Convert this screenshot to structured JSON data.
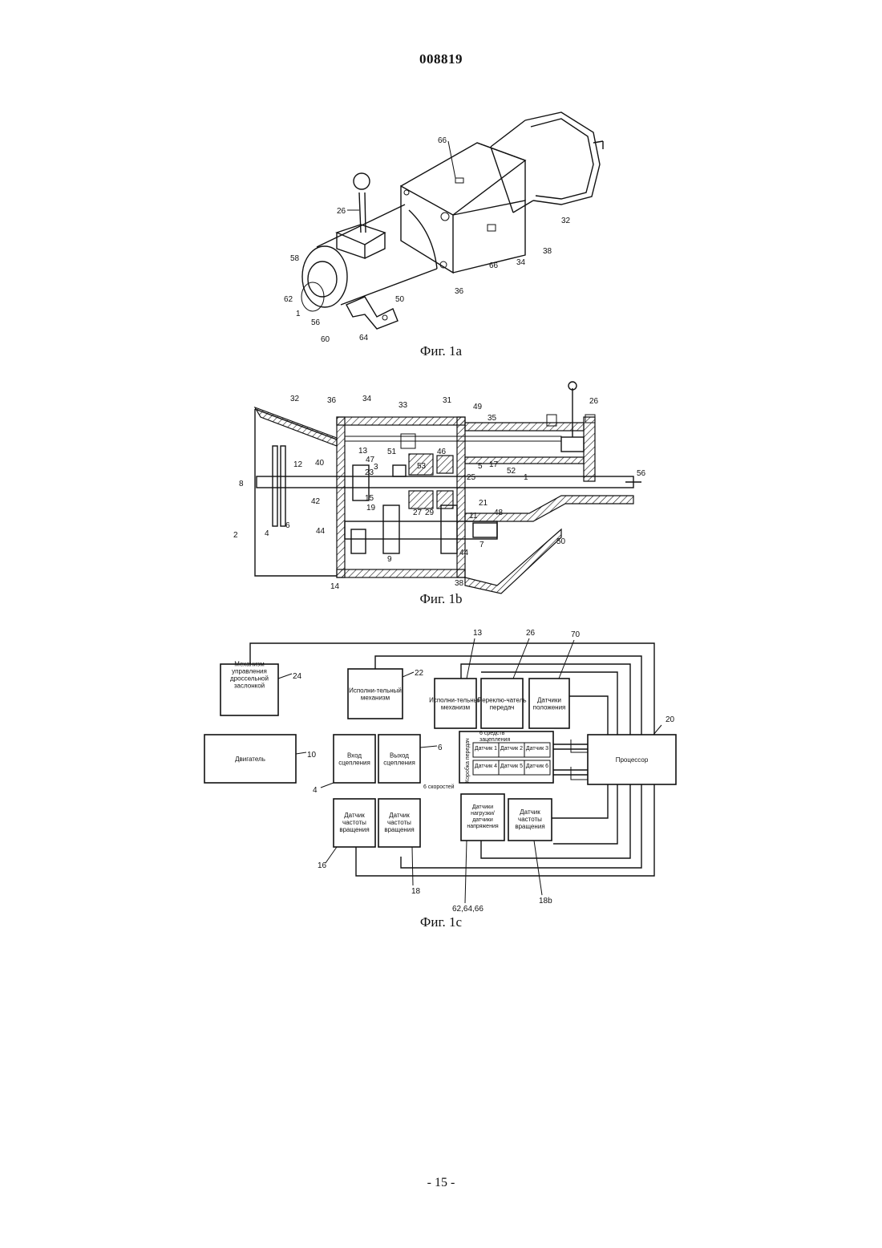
{
  "header": {
    "patent_number": "008819"
  },
  "figures": {
    "fig1a": {
      "caption": "Фиг. 1a",
      "labels": [
        "66",
        "26",
        "58",
        "62",
        "1",
        "56",
        "60",
        "64",
        "50",
        "36",
        "66",
        "34",
        "38",
        "32"
      ]
    },
    "fig1b": {
      "caption": "Фиг. 1b",
      "labels": [
        "32",
        "36",
        "34",
        "33",
        "31",
        "49",
        "35",
        "26",
        "13",
        "51",
        "47",
        "3",
        "46",
        "53",
        "5",
        "17",
        "52",
        "40",
        "12",
        "23",
        "25",
        "1",
        "56",
        "8",
        "42",
        "15",
        "19",
        "27",
        "29",
        "21",
        "48",
        "11",
        "2",
        "4",
        "6",
        "44",
        "7",
        "44",
        "50",
        "9",
        "14",
        "38"
      ]
    },
    "fig1c": {
      "caption": "Фиг. 1c",
      "blocks": {
        "throttle": "Механизм управления дроссельной заслонкой",
        "actuator22": "Исполни-тельный механизм",
        "actuator13": "Исполни-тельный механизм",
        "shifter": "Переклю-чатель передач",
        "position_sensors": "Датчики положения",
        "engine": "Двигатель",
        "clutch_in": "Вход сцепления",
        "clutch_out": "Выход сцепления",
        "gearbox_vertical": "Коробка передач",
        "engagement_title": "6 средств зацепления",
        "sensor_cells": [
          "Датчик 1",
          "Датчик 2",
          "Датчик 3",
          "Датчик 4",
          "Датчик 5",
          "Датчик 6"
        ],
        "speeds": "6 скоростей",
        "processor": "Процессор",
        "speed_sensor_16": "Датчик частоты вращения",
        "speed_sensor_18": "Датчик частоты вращения",
        "load_sensors": "Датчики нагрузки/ датчики напряжения",
        "speed_sensor_18b": "Датчик частоты вращения"
      },
      "labels": {
        "l24": "24",
        "l22": "22",
        "l13": "13",
        "l26": "26",
        "l70": "70",
        "l20": "20",
        "l10": "10",
        "l6": "6",
        "l4": "4",
        "l16": "16",
        "l18": "18",
        "l62": "62,64,66",
        "l18b": "18b"
      }
    }
  },
  "footer": {
    "page": "- 15 -"
  }
}
